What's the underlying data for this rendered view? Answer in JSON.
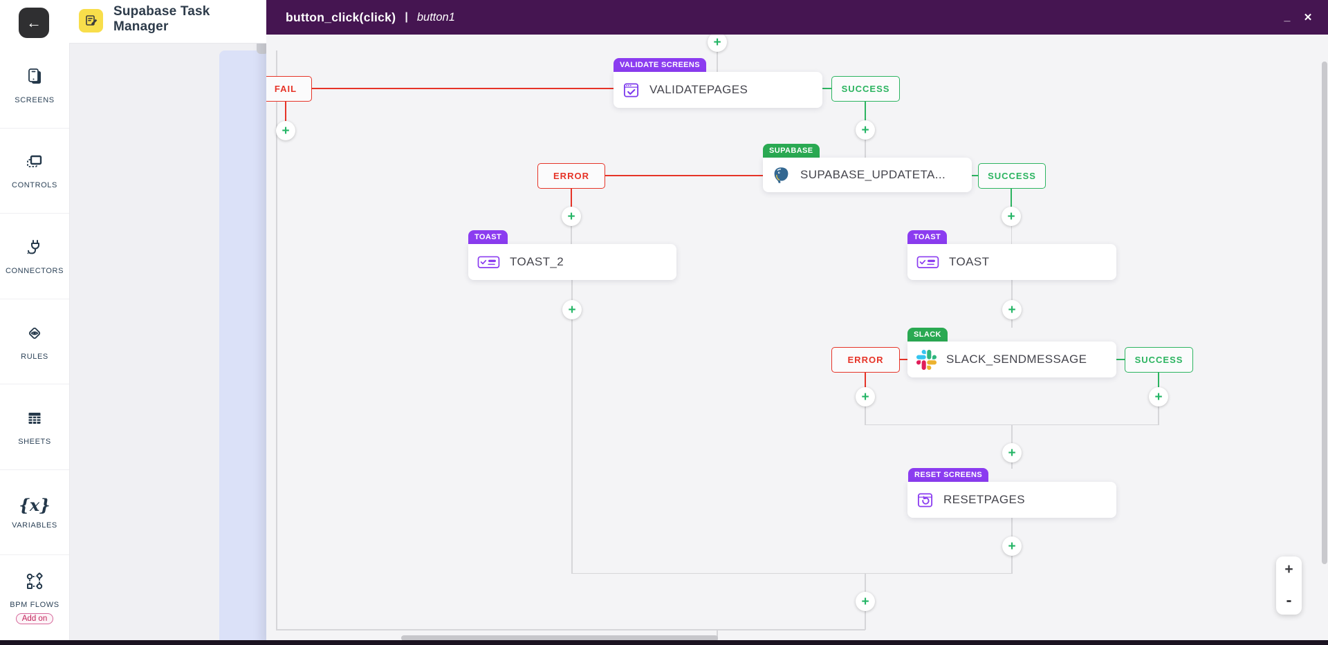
{
  "header": {
    "back_icon": "←",
    "app_title": "Supabase Task Manager"
  },
  "sidebar": {
    "items": [
      {
        "label": "SCREENS"
      },
      {
        "label": "CONTROLS"
      },
      {
        "label": "CONNECTORS"
      },
      {
        "label": "RULES"
      },
      {
        "label": "SHEETS"
      },
      {
        "label": "VARIABLES",
        "icon_glyph": "{x}"
      },
      {
        "label": "BPM FLOWS",
        "badge": "Add on"
      }
    ]
  },
  "panel": {
    "title": "button_click(click)",
    "separator": "|",
    "subtitle": "button1",
    "minimize_icon": "_",
    "close_icon": "✕"
  },
  "flow": {
    "plus_icon": "+",
    "ports": {
      "fail": "FAIL",
      "error": "ERROR",
      "success": "SUCCESS"
    },
    "nodes": [
      {
        "badge": "VALIDATE SCREENS",
        "label": "VALIDATEPAGES"
      },
      {
        "badge": "SUPABASE",
        "label": "SUPABASE_UPDATETA..."
      },
      {
        "badge": "TOAST",
        "label": "TOAST_2"
      },
      {
        "badge": "TOAST",
        "label": "TOAST"
      },
      {
        "badge": "SLACK",
        "label": "SLACK_SENDMESSAGE"
      },
      {
        "badge": "RESET SCREENS",
        "label": "RESETPAGES"
      }
    ],
    "colors": {
      "purple_badge": "#8b3cf0",
      "green_badge": "#2aa952",
      "error_red": "#e63327",
      "success_green": "#2cb460",
      "edge_gray": "#d6d6d9",
      "panel_header": "#451551",
      "app_icon_yellow": "#f8de4b",
      "lavender": "#dbe1f8"
    }
  },
  "zoom_controls": {
    "zoom_in": "+",
    "zoom_out": "-"
  }
}
